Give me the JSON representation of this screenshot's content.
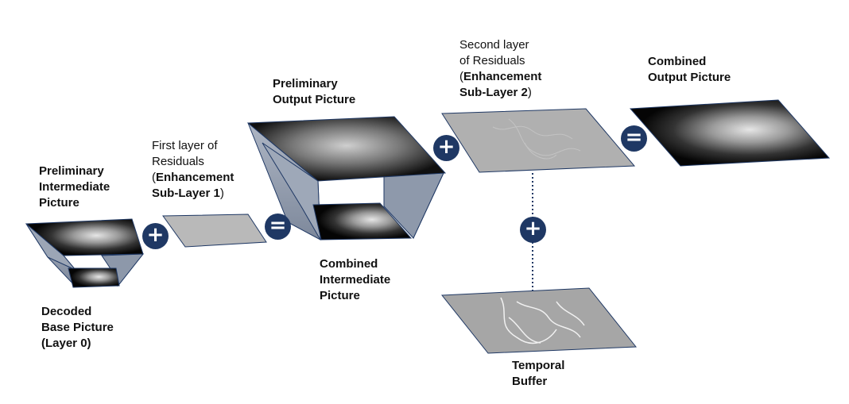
{
  "labels": {
    "preliminary_intermediate": [
      "Preliminary",
      "Intermediate",
      "Picture"
    ],
    "decoded_base": [
      "Decoded",
      "Base Picture",
      "(Layer 0)"
    ],
    "first_layer": {
      "line1": "First layer of",
      "line2": "Residuals",
      "line3_open": "(",
      "line3_bold": "Enhancement",
      "line4_bold": "Sub-Layer 1",
      "line4_close": ")"
    },
    "preliminary_output": [
      "Preliminary",
      "Output Picture"
    ],
    "combined_intermediate": [
      "Combined",
      "Intermediate",
      "Picture"
    ],
    "second_layer": {
      "line1": "Second layer",
      "line2": "of Residuals",
      "line3_open": "(",
      "line3_bold": "Enhancement",
      "line4_bold": "Sub-Layer 2",
      "line4_close": ")"
    },
    "combined_output": [
      "Combined",
      "Output Picture"
    ],
    "temporal_buffer": [
      "Temporal",
      "Buffer"
    ]
  },
  "operators": {
    "plus": "+",
    "equals": "="
  },
  "colors": {
    "operator_fill": "#1f3864",
    "residual_gray": "#a6a6a6",
    "frustum_side": "#8a96a8",
    "frustum_edge": "#1f3864"
  }
}
